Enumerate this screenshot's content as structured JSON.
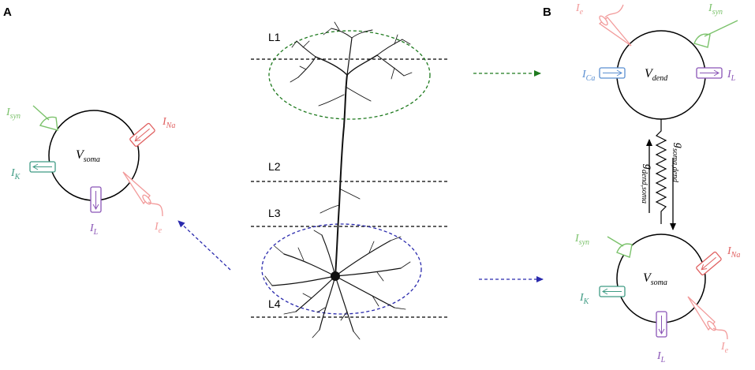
{
  "panels": {
    "a": "A",
    "b": "B"
  },
  "layers": [
    "L1",
    "L2",
    "L3",
    "L4"
  ],
  "compartments": {
    "soma": {
      "main": "V",
      "sub": "soma"
    },
    "dend": {
      "main": "V",
      "sub": "dend"
    }
  },
  "currents": {
    "syn": {
      "main": "I",
      "sub": "syn"
    },
    "na": {
      "main": "I",
      "sub": "Na"
    },
    "k": {
      "main": "I",
      "sub": "K"
    },
    "l": {
      "main": "I",
      "sub": "L"
    },
    "e": {
      "main": "I",
      "sub": "e"
    },
    "ca": {
      "main": "I",
      "sub": "Ca"
    }
  },
  "couplings": {
    "soma_dend": {
      "main": "g",
      "sub": "soma,dend"
    },
    "dend_soma": {
      "main": "g",
      "sub": "dend,soma"
    }
  },
  "colors": {
    "syn": "#7bc26b",
    "na": "#e06060",
    "e": "#f29a9a",
    "k": "#3f9b84",
    "l": "#8a55b6",
    "ca": "#5b8fd1",
    "dend_arrow": "#1e7a1e",
    "soma_arrow": "#2a2aad",
    "neuron": "#111111"
  }
}
